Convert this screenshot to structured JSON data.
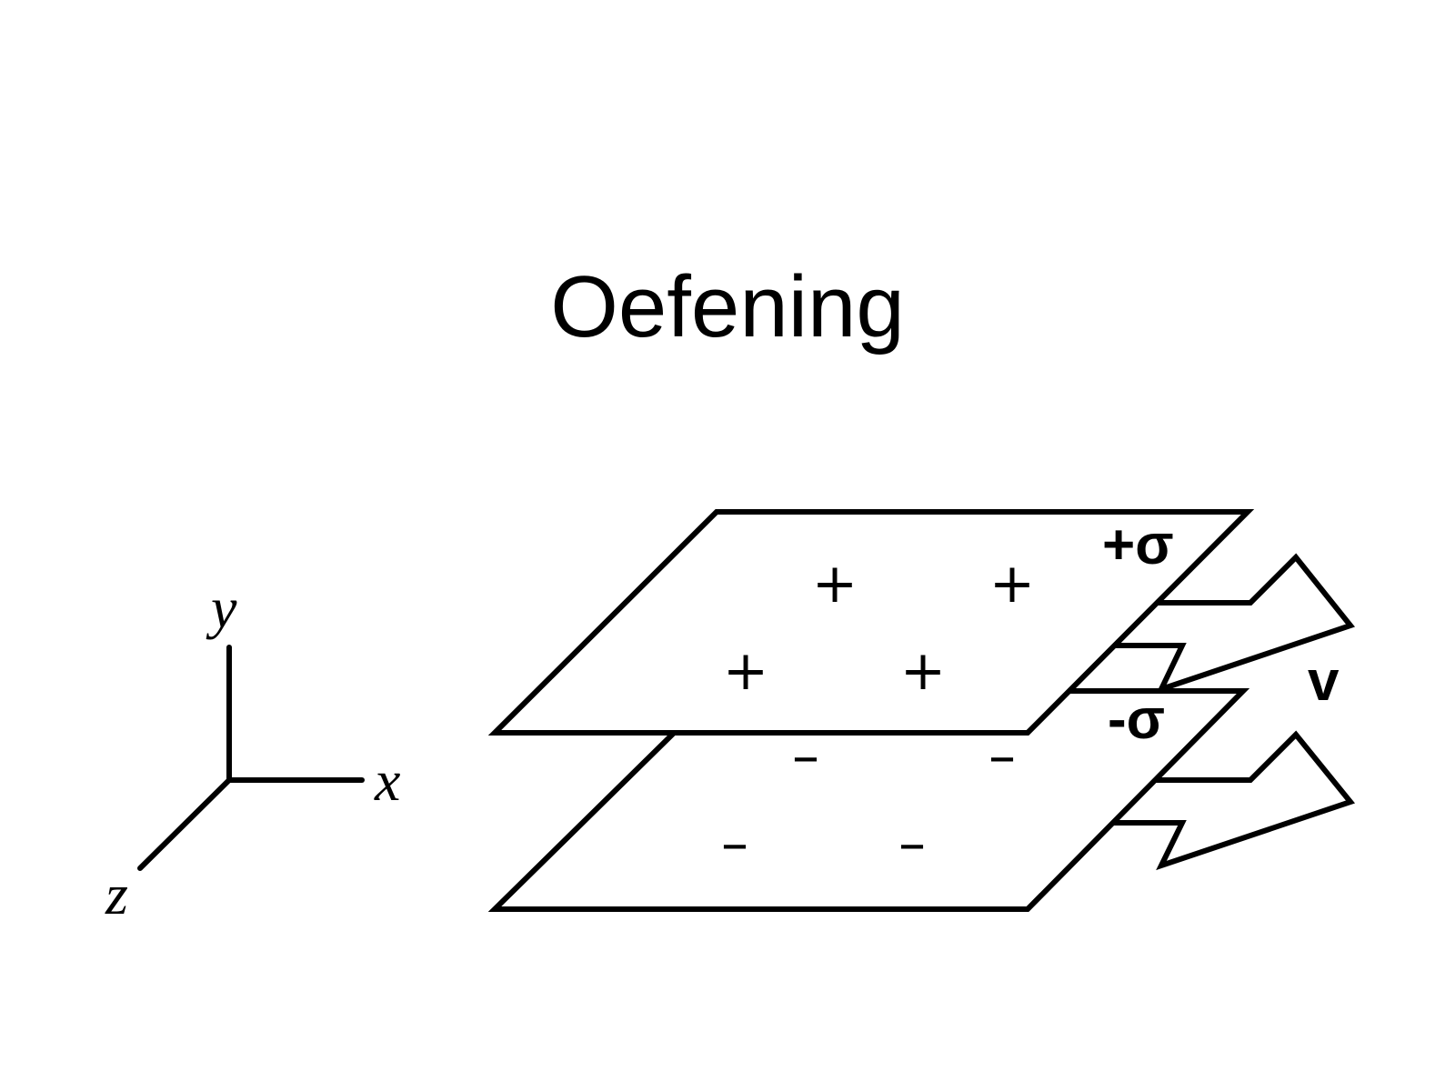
{
  "slide": {
    "title": "Oefening"
  },
  "axes": {
    "x_label": "x",
    "y_label": "y",
    "z_label": "z"
  },
  "top_plate": {
    "charge_label": "+σ",
    "charges": [
      "+",
      "+",
      "+",
      "+"
    ]
  },
  "bottom_plate": {
    "charge_label": "-σ",
    "charges": [
      "–",
      "–",
      "–",
      "–"
    ]
  },
  "velocity": {
    "label": "v"
  }
}
